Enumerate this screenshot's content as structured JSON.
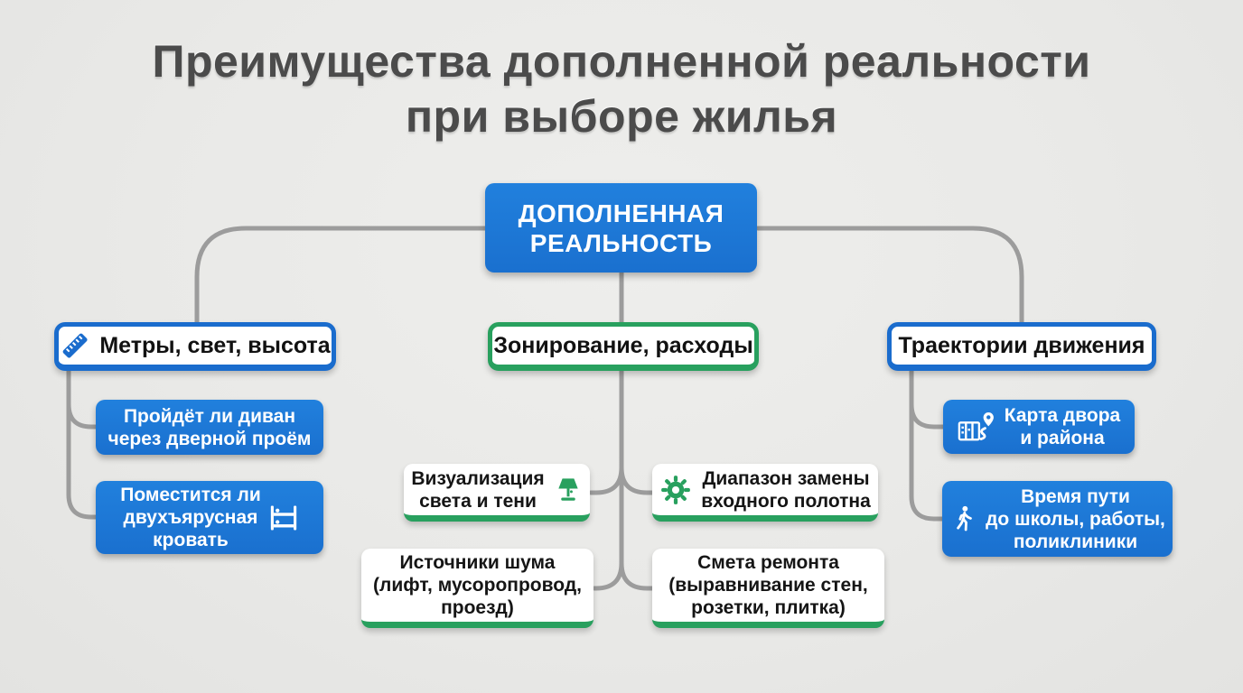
{
  "title": {
    "line1": "Преимущества дополненной реальности",
    "line2": "при выборе жилья"
  },
  "root": {
    "line1": "ДОПОЛНЕННАЯ",
    "line2": "РЕАЛЬНОСТЬ"
  },
  "headers": {
    "left": "Метры, свет, высота",
    "center": "Зонирование, расходы",
    "right": "Траектории движения"
  },
  "cards": {
    "sofa": {
      "line1": "Пройдёт ли диван",
      "line2": "через дверной проём"
    },
    "bunk": {
      "line1": "Поместится ли",
      "line2": "двухъярусная",
      "line3": "кровать"
    },
    "light": {
      "line1": "Визуализация",
      "line2": "света и тени"
    },
    "door": {
      "line1": "Диапазон замены",
      "line2": "входного полотна"
    },
    "noise": {
      "line1": "Источники шума",
      "line2": "(лифт, мусоропровод,",
      "line3": "проезд)"
    },
    "estimate": {
      "line1": "Смета ремонта",
      "line2": "(выравнивание стен,",
      "line3": "розетки, плитка)"
    },
    "map": {
      "line1": "Карта двора",
      "line2": "и района"
    },
    "time": {
      "line1": "Время пути",
      "line2": "до школы, работы,",
      "line3": "поликлиники"
    }
  },
  "icons": {
    "ruler": "ruler-icon",
    "bunk_bed": "bunk-bed-icon",
    "lamp": "table-lamp-icon",
    "gear": "gear-icon",
    "map_pin": "map-route-pin-icon",
    "walker": "walking-person-icon"
  },
  "colors": {
    "blue": "#1b74d2",
    "blue_border": "#1a6ccd",
    "green": "#28a05e",
    "connector_gray": "#9c9c9c",
    "title_gray": "#4b4b4b",
    "background": "#e9e9e7",
    "card_white": "#ffffff",
    "text_dark": "#151515"
  }
}
